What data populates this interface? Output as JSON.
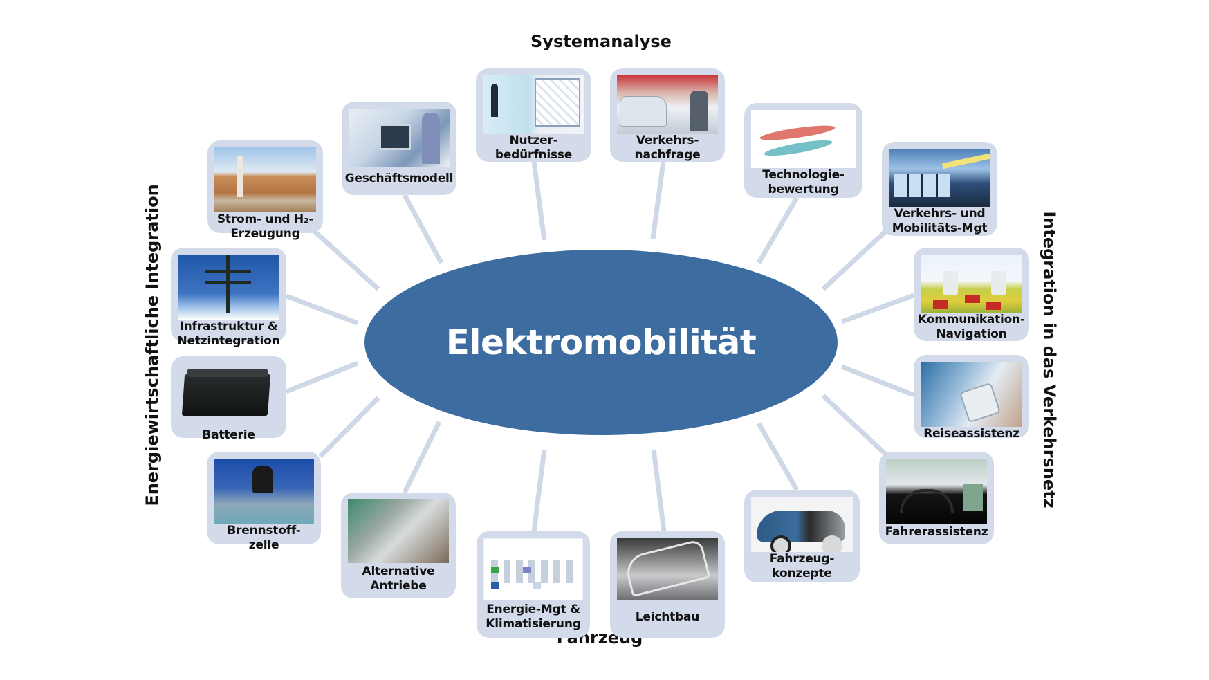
{
  "center": {
    "label": "Elektromobilität"
  },
  "group_titles": {
    "top": "Systemanalyse",
    "bottom": "Fahrzeug",
    "left": "Energiewirtschaftliche Integration",
    "right": "Integration in das Verkehrsnetz"
  },
  "colors": {
    "center_fill": "#3d6ca1",
    "node_background": "#d3dbea",
    "connector": "#cfd8e7",
    "text": "#111111"
  },
  "nodes": [
    {
      "id": "strom",
      "group": "left",
      "label": "Strom- und H₂-\nErzeugung",
      "picture": "solar-tower-icon"
    },
    {
      "id": "infrastruktur",
      "group": "left",
      "label": "Infrastruktur &\nNetzintegration",
      "picture": "power-pylon-icon"
    },
    {
      "id": "batterie",
      "group": "left",
      "label": "Batterie",
      "picture": "battery-icon"
    },
    {
      "id": "brennstoffzelle",
      "group": "left",
      "label": "Brennstoff-\nzelle",
      "picture": "fuel-cell-icon"
    },
    {
      "id": "geschaeftsmodell",
      "group": "top",
      "label": "Geschäftsmodell",
      "picture": "office-laptop-icon"
    },
    {
      "id": "nutzer",
      "group": "top",
      "label": "Nutzer-\nbedürfnisse",
      "picture": "presentation-icon"
    },
    {
      "id": "verkehrsnachfrage",
      "group": "top",
      "label": "Verkehrs-\nnachfrage",
      "picture": "street-traffic-icon"
    },
    {
      "id": "technologie",
      "group": "top",
      "label": "Technologie-\nbewertung",
      "picture": "roadmap-chart-icon"
    },
    {
      "id": "verkehrsmgt",
      "group": "right",
      "label": "Verkehrs- und\nMobilitäts-Mgt",
      "picture": "control-room-icon"
    },
    {
      "id": "kommunikation",
      "group": "right",
      "label": "Kommunikation-\nNavigation",
      "picture": "communication-network-icon"
    },
    {
      "id": "reiseassistenz",
      "group": "right",
      "label": "Reiseassistenz",
      "picture": "smartphone-travel-icon"
    },
    {
      "id": "fahrerassistenz",
      "group": "right",
      "label": "Fahrerassistenz",
      "picture": "driving-simulator-icon"
    },
    {
      "id": "alternative",
      "group": "bottom",
      "label": "Alternative\nAntriebe",
      "picture": "engine-icon"
    },
    {
      "id": "energiemgt",
      "group": "bottom",
      "label": "Energie-Mgt &\nKlimatisierung",
      "picture": "block-diagram-icon"
    },
    {
      "id": "leichtbau",
      "group": "bottom",
      "label": "Leichtbau",
      "picture": "car-frame-icon"
    },
    {
      "id": "fahrzeugkonzepte",
      "group": "bottom",
      "label": "Fahrzeug-\nkonzepte",
      "picture": "concept-car-icon"
    }
  ]
}
